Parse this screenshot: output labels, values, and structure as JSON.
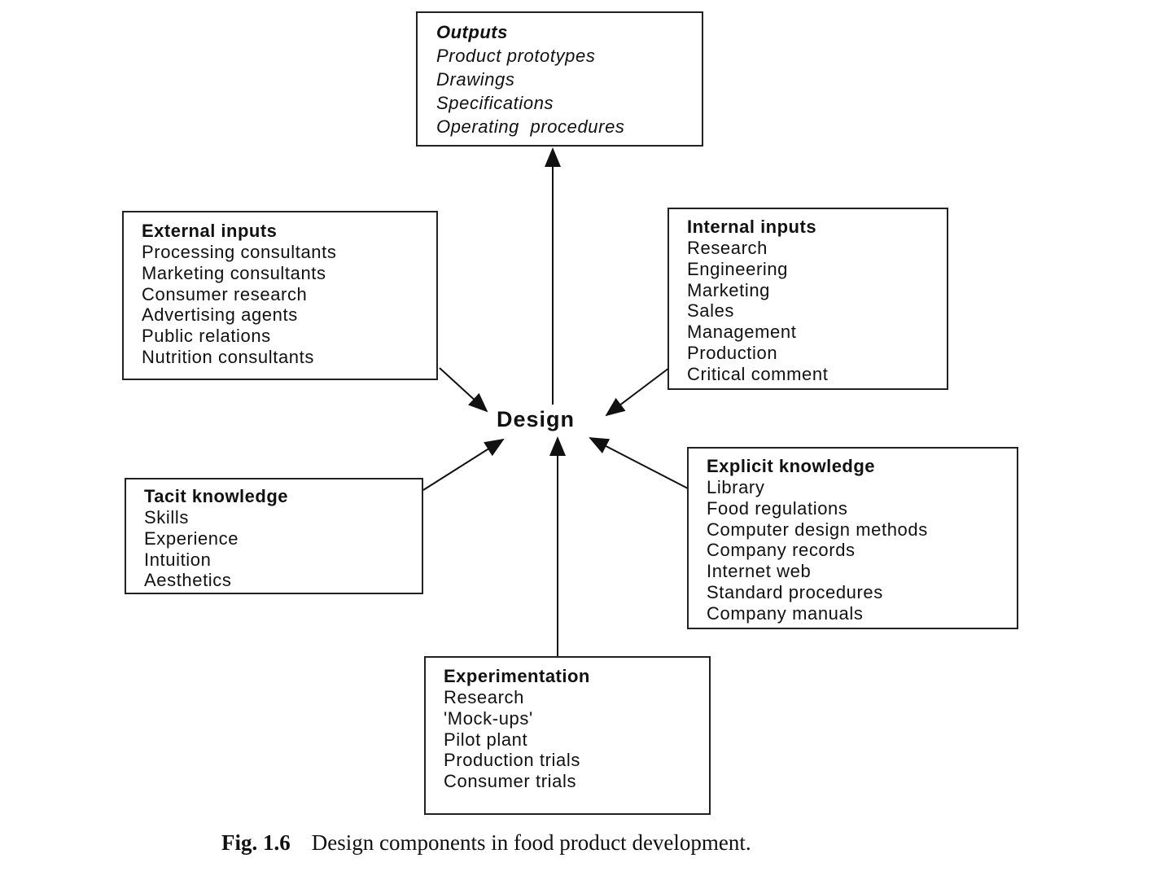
{
  "center": "Design",
  "outputs": {
    "title": "Outputs",
    "items": [
      "Product prototypes",
      "Drawings",
      "Specifications",
      "Operating  procedures"
    ]
  },
  "external_inputs": {
    "title": "External inputs",
    "items": [
      "Processing consultants",
      "Marketing consultants",
      "Consumer research",
      "Advertising agents",
      "Public relations",
      "Nutrition consultants"
    ]
  },
  "internal_inputs": {
    "title": "Internal inputs",
    "items": [
      "Research",
      "Engineering",
      "Marketing",
      "Sales",
      "Management",
      "Production",
      "Critical comment"
    ]
  },
  "tacit_knowledge": {
    "title": "Tacit knowledge",
    "items": [
      "Skills",
      "Experience",
      "Intuition",
      "Aesthetics"
    ]
  },
  "explicit_knowledge": {
    "title": "Explicit knowledge",
    "items": [
      "Library",
      "Food regulations",
      "Computer design methods",
      "Company records",
      "Internet web",
      "Standard procedures",
      "Company manuals"
    ]
  },
  "experimentation": {
    "title": "Experimentation",
    "items": [
      "Research",
      "'Mock-ups'",
      "Pilot plant",
      "Production trials",
      "Consumer trials"
    ]
  },
  "caption": {
    "fig": "Fig. 1.6",
    "text": "Design components in food product development."
  }
}
